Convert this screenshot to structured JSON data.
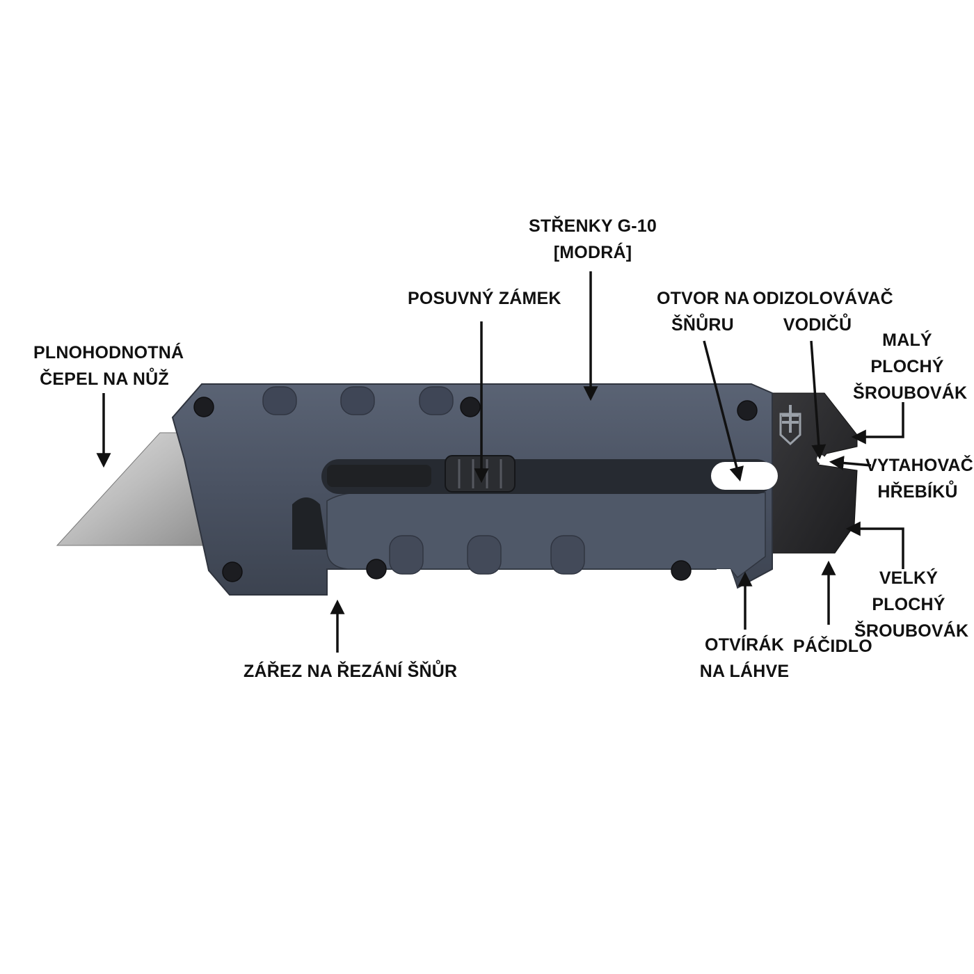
{
  "colors": {
    "handle": "#4a5262",
    "handle_dark": "#363c48",
    "handle_light": "#5d6677",
    "blade": "#c9c9c9",
    "steel": "#2b2b2d",
    "arrow": "#111111",
    "background": "#ffffff"
  },
  "logo": {
    "name": "gerber-logo-icon"
  },
  "labels": {
    "blade": [
      "PLNOHODNOTNÁ",
      "ČEPEL NA NŮŽ"
    ],
    "slide_lock": [
      "POSUVNÝ ZÁMEK"
    ],
    "scales": [
      "STŘENKY G-10",
      "[MODRÁ]"
    ],
    "lanyard_hole": [
      "OTVOR NA",
      "ŠŇŮRU"
    ],
    "wire_stripper": [
      "ODIZOLOVÁVAČ",
      "VODIČŮ"
    ],
    "small_driver": [
      "MALÝ",
      "PLOCHÝ",
      "ŠROUBOVÁK"
    ],
    "nail_puller": [
      "VYTAHOVAČ",
      "HŘEBÍKŮ"
    ],
    "large_driver": [
      "VELKÝ",
      "PLOCHÝ",
      "ŠROUBOVÁK"
    ],
    "pry_bar": [
      "PÁČIDLO"
    ],
    "bottle_opener": [
      "OTVÍRÁK",
      "NA LÁHVE"
    ],
    "cord_notch": [
      "ZÁŘEZ NA ŘEZÁNÍ ŠŇŮR"
    ]
  }
}
